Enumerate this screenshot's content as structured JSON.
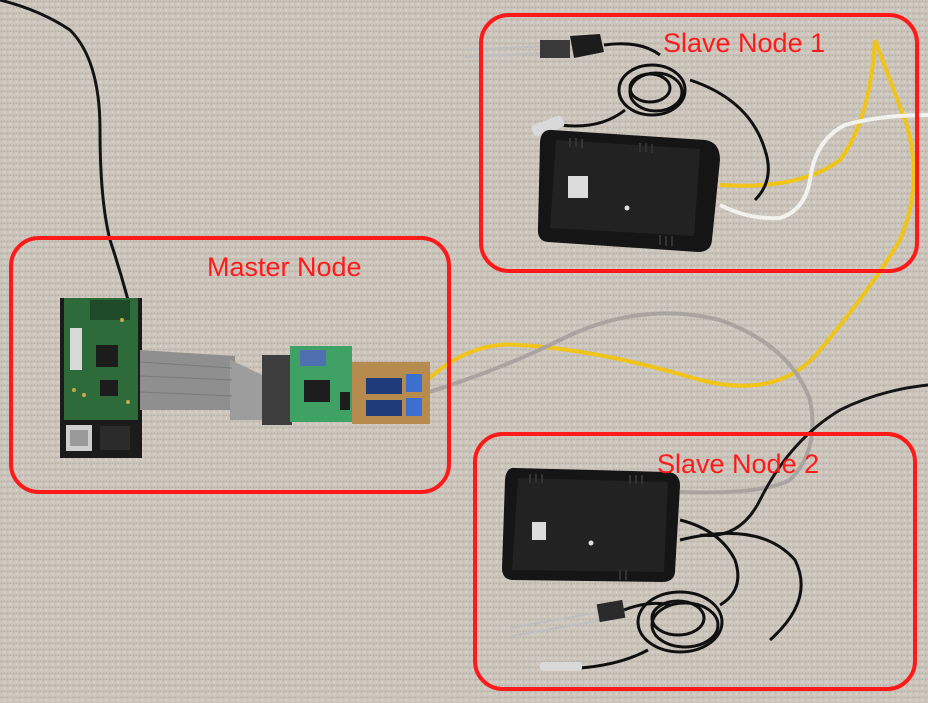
{
  "photo": {
    "background_color": "#cdc6bd",
    "highlight_color": "#ff1a1a"
  },
  "labels": {
    "master": "Master Node",
    "slave1": "Slave Node 1",
    "slave2": "Slave Node 2"
  }
}
